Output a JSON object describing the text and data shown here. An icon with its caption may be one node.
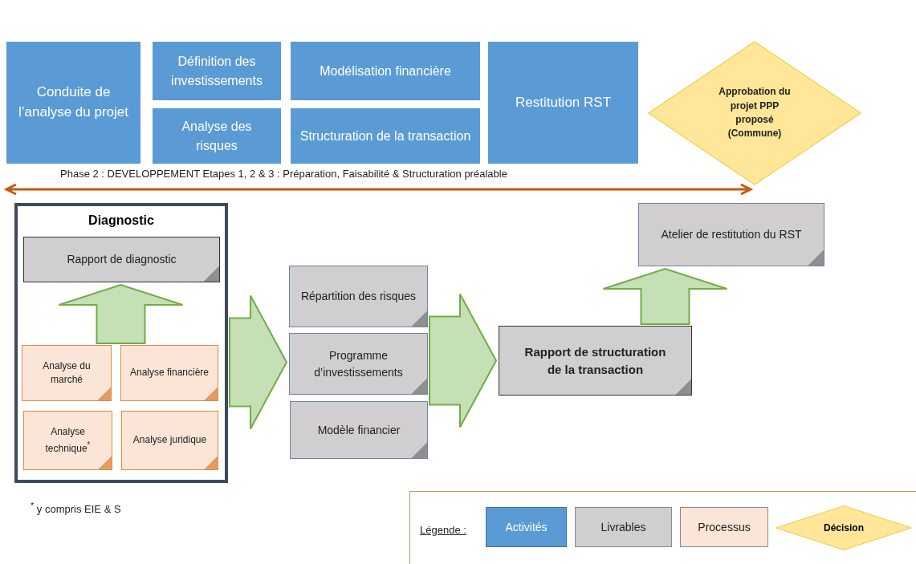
{
  "diagram": {
    "nodes": [
      {
        "text": [
          "Conduite de l’analyse du projet"
        ]
      },
      {
        "text": [
          "Définition des investissements"
        ]
      },
      {
        "text": [
          "Analyse des risques"
        ]
      },
      {
        "text": [
          "Modélisation financière"
        ]
      },
      {
        "text": [
          "Structuration de la transaction"
        ]
      },
      {
        "text": [
          "Restitution RST"
        ]
      },
      {
        "text": [
          "Approbation du projet PPP proposé (Commune)"
        ]
      },
      {
        "text": [
          "Diagnostic"
        ]
      },
      {
        "text": [
          "Rapport de diagnostic"
        ],
        "in": 7
      },
      {
        "text": [
          "Analyse du marché"
        ],
        "in": 7
      },
      {
        "text": [
          "Analyse financière"
        ],
        "in": 7
      },
      {
        "text": [
          "Analyse technique$^{*}$"
        ],
        "in": 7
      },
      {
        "text": [
          "Analyse juridique"
        ],
        "in": 7
      },
      {
        "text": [
          "Répartition des risques"
        ]
      },
      {
        "text": [
          "Programme d’investissements"
        ]
      },
      {
        "text": [
          "Modèle financier"
        ]
      },
      {
        "text": [
          "Rapport de structuration de la transaction"
        ]
      },
      {
        "text": [
          "Atelier de restitution du RST"
        ]
      }
    ],
    "edges": [
      {
        "from": 9,
        "to": 8,
        "arrow": "to"
      },
      {
        "from": 10,
        "to": 8,
        "arrow": "to"
      },
      {
        "from": 11,
        "to": 8,
        "arrow": "to"
      },
      {
        "from": 12,
        "to": 8,
        "arrow": "to"
      },
      {
        "from": 7,
        "to": 13,
        "arrow": "to"
      },
      {
        "from": 7,
        "to": 14,
        "arrow": "to"
      },
      {
        "from": 7,
        "to": 15,
        "arrow": "to"
      },
      {
        "from": 13,
        "to": 16,
        "arrow": "to"
      },
      {
        "from": 14,
        "to": 16,
        "arrow": "to"
      },
      {
        "from": 15,
        "to": 16,
        "arrow": "to"
      },
      {
        "from": 16,
        "to": 17,
        "arrow": "to"
      }
    ],
    "labels": [
      "Phase 2 : DEVELOPPEMENT  Etapes 1, 2 & 3 : Préparation, Faisabilité & Structuration préalable",
      "$^{*}$ y compris EIE & S",
      "Légende :"
    ],
    "legend": [
      {
        "text": "Activités",
        "color": "#5b9bd5"
      },
      {
        "text": "Livrables",
        "color": "#d0cece"
      },
      {
        "text": "Processus",
        "color": "#fbe5d6"
      },
      {
        "text": "Décision"
      }
    ]
  }
}
